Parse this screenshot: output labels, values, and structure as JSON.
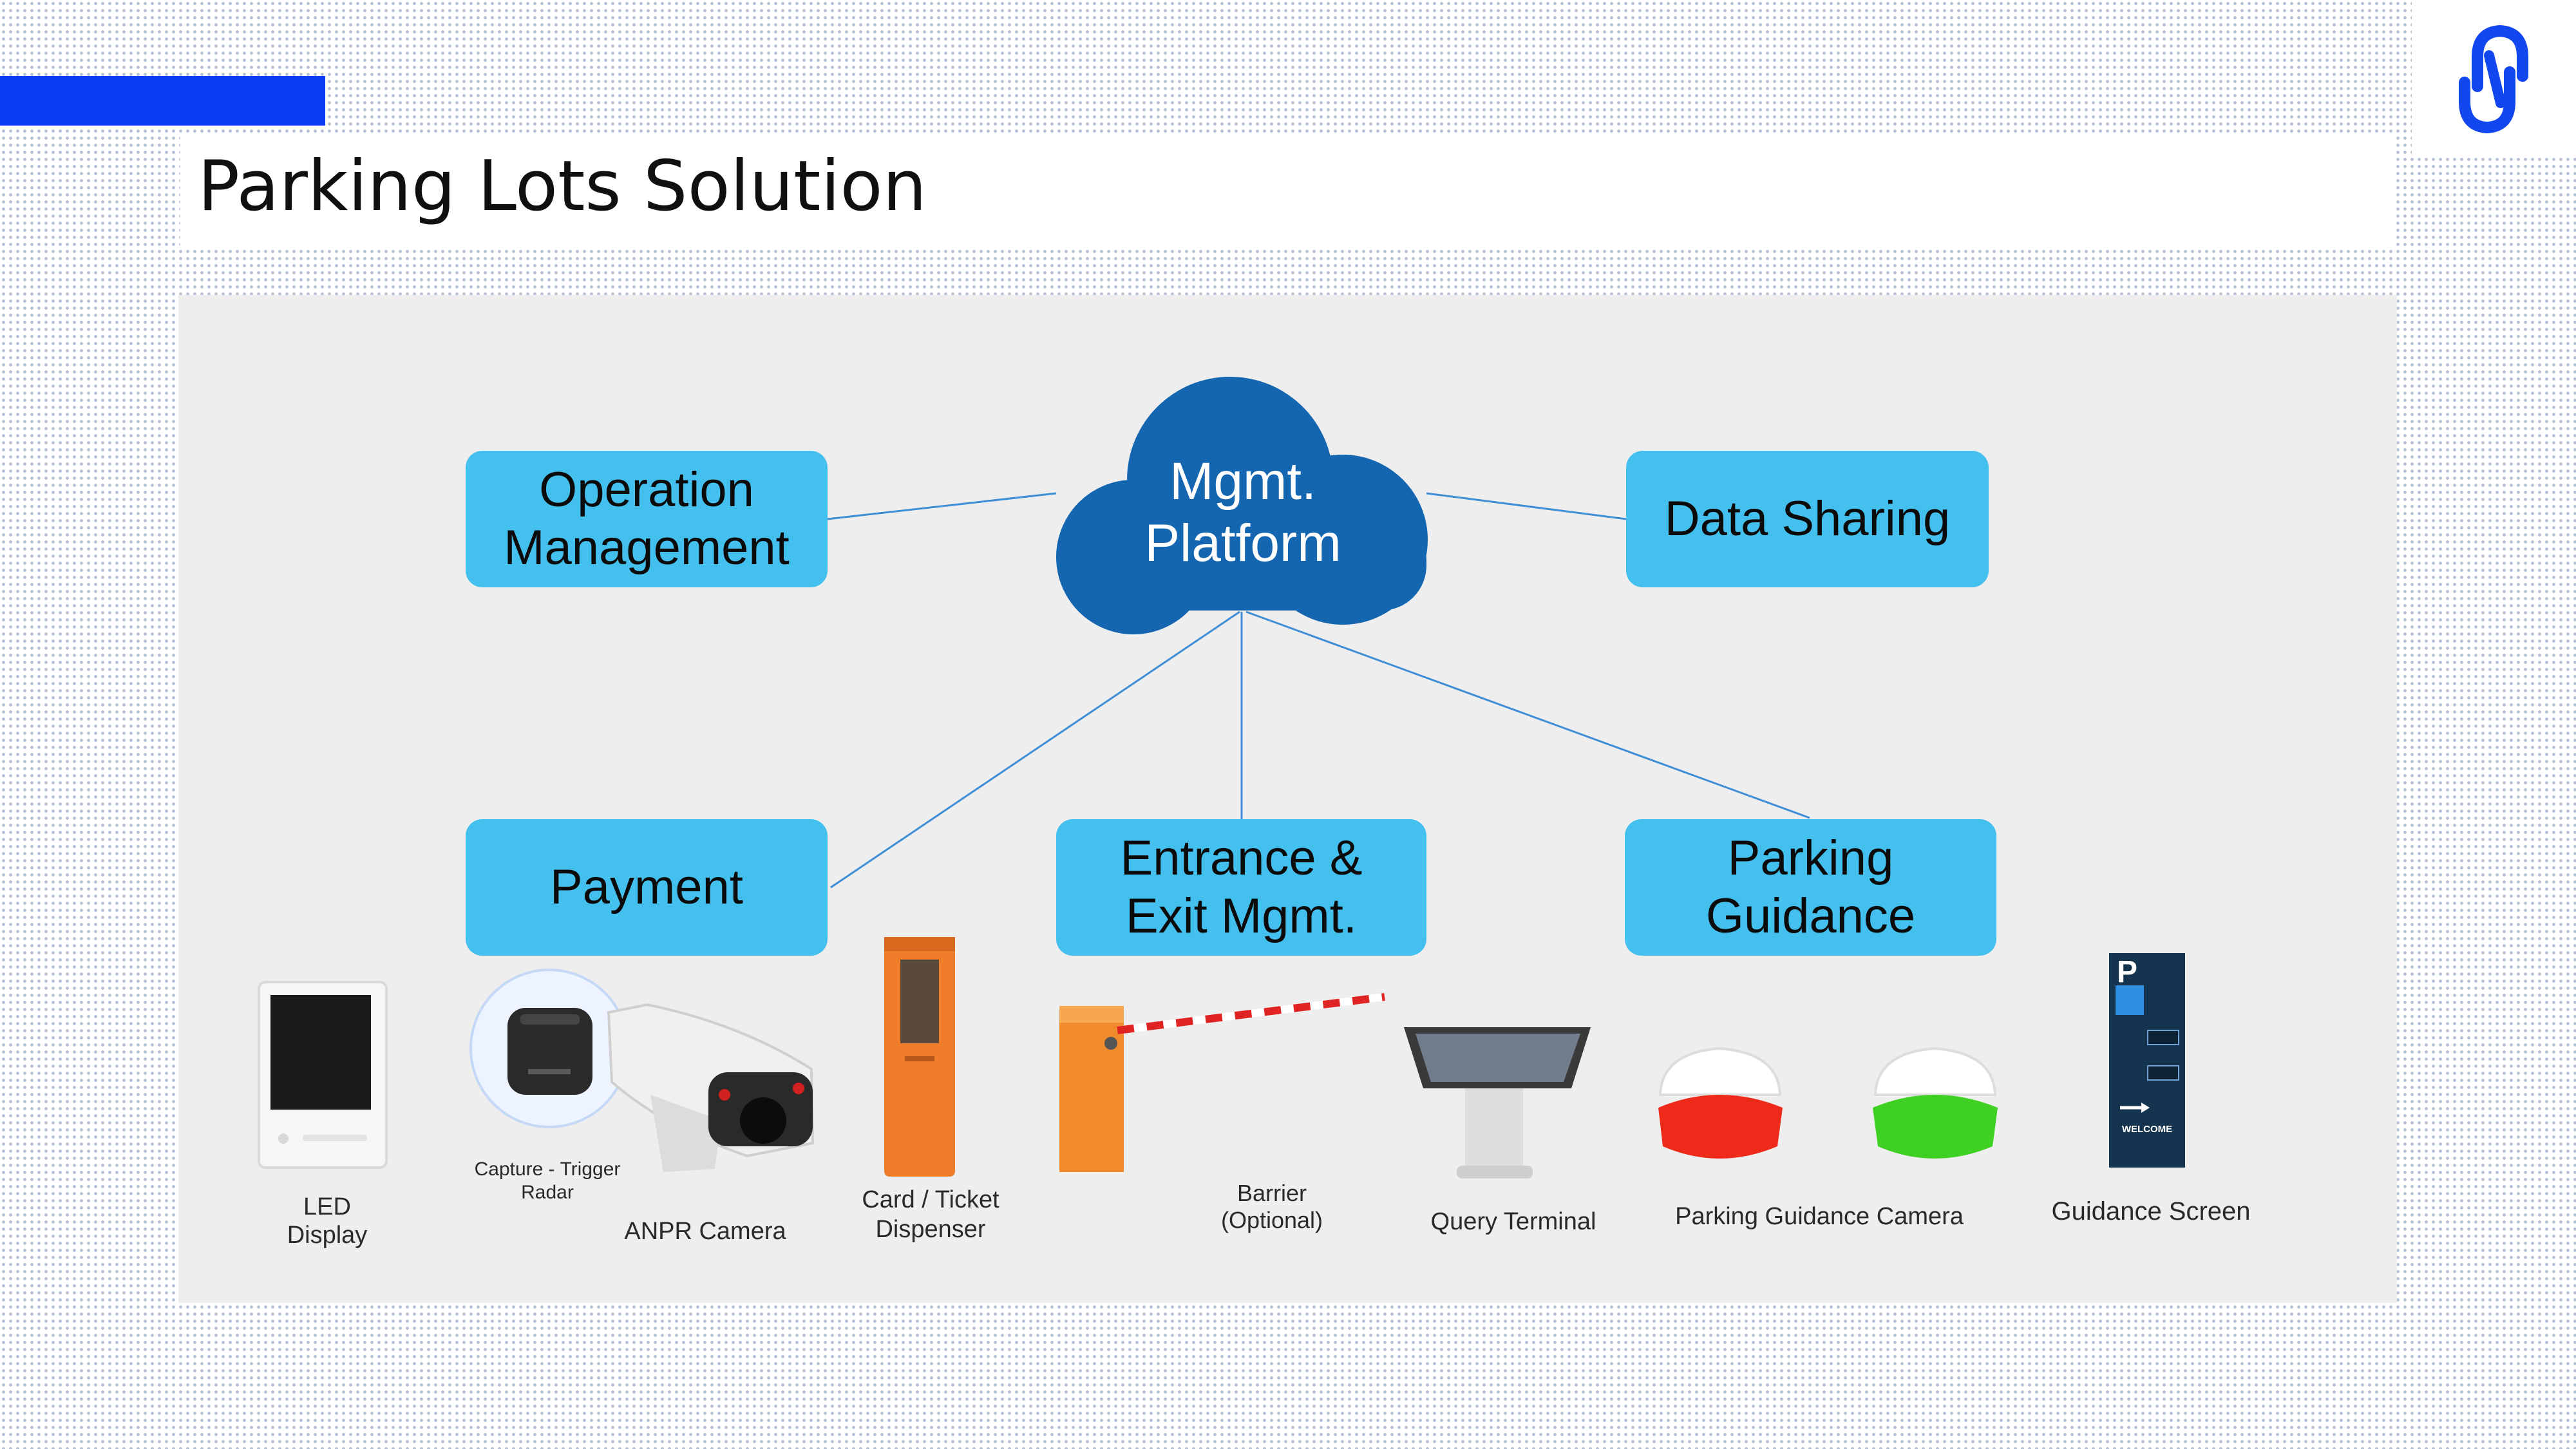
{
  "page": {
    "title": "Parking Lots Solution"
  },
  "colors": {
    "accent": "#0a3bf5",
    "box": "#44c0ee",
    "cloud": "#1466b0",
    "panel": "#eeeeee",
    "connector": "#3f8ed6"
  },
  "logo": {
    "icon": "chain-link-icon"
  },
  "diagram": {
    "hub": {
      "line1": "Mgmt.",
      "line2": "Platform"
    },
    "nodes": {
      "operation": {
        "line1": "Operation",
        "line2": "Management"
      },
      "data_sharing": {
        "label": "Data Sharing"
      },
      "payment": {
        "label": "Payment"
      },
      "entrance": {
        "line1": "Entrance &",
        "line2": "Exit Mgmt."
      },
      "guidance": {
        "line1": "Parking",
        "line2": "Guidance"
      }
    }
  },
  "devices": {
    "led_display": {
      "line1": "LED",
      "line2": "Display"
    },
    "radar": {
      "line1": "Capture  - Trigger",
      "line2": "Radar"
    },
    "anpr_camera": {
      "label": "ANPR Camera"
    },
    "dispenser": {
      "line1": "Card / Ticket",
      "line2": "Dispenser"
    },
    "barrier": {
      "line1": "Barrier",
      "line2": "(Optional)"
    },
    "query_terminal": {
      "label": "Query Terminal"
    },
    "guidance_camera": {
      "label": "Parking Guidance Camera"
    },
    "guidance_screen": {
      "label": "Guidance Screen",
      "sign_letter": "P",
      "sign_text": "WELCOME"
    }
  }
}
